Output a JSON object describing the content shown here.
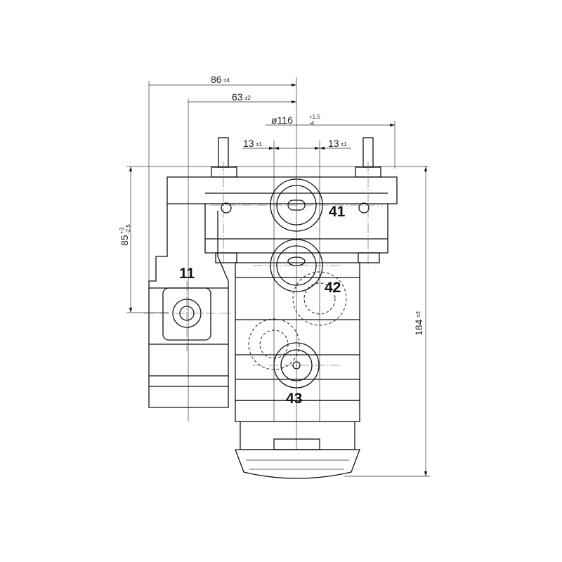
{
  "dimensions": {
    "width_86": {
      "value": "86",
      "tol": "±4"
    },
    "width_63": {
      "value": "63",
      "tol": "±2"
    },
    "diameter_116": {
      "value": "ø116",
      "tol_upper": "+1.5",
      "tol_lower": "-4"
    },
    "offset_left_13": {
      "value": "13",
      "tol": "±1"
    },
    "offset_right_13": {
      "value": "13",
      "tol": "±1"
    },
    "height_85": {
      "value": "85",
      "tol_upper": "+3",
      "tol_lower": "-2.5"
    },
    "height_184": {
      "value": "184",
      "tol": "±3"
    }
  },
  "ports": {
    "p11": "11",
    "p41": "41",
    "p42": "42",
    "p43": "43"
  }
}
